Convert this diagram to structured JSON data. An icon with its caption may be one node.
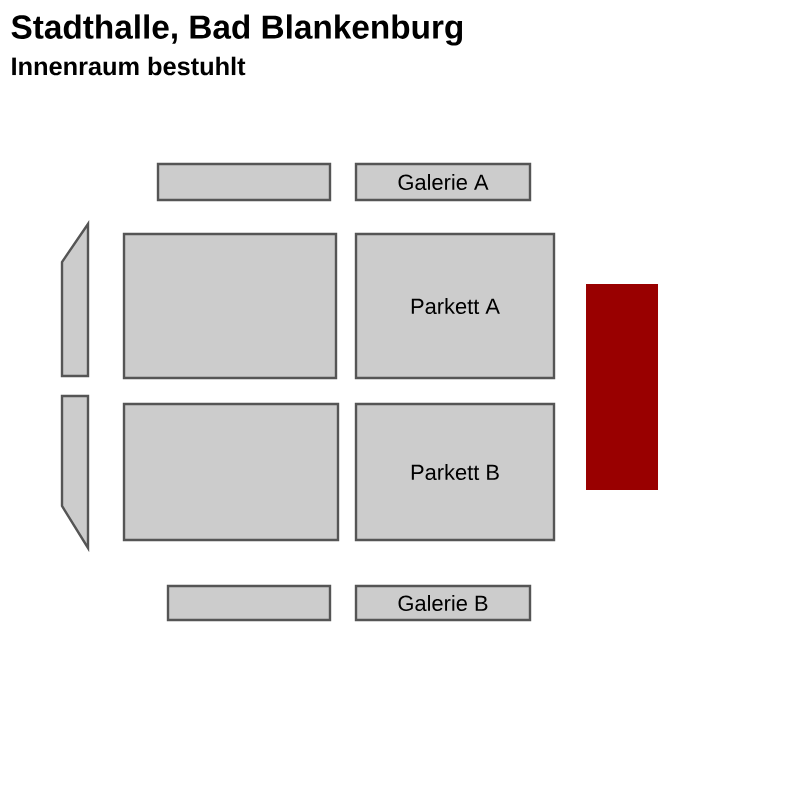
{
  "diagram": {
    "title": "Stadthalle, Bad Blankenburg",
    "nodes": [
      {
        "text": [],
        "shape": "box"
      },
      {
        "text": [
          "Galerie A"
        ]
      },
      {
        "text": [],
        "shape": "box"
      },
      {
        "text": [],
        "shape": "box"
      },
      {
        "text": [
          "Parkett A"
        ]
      },
      {
        "text": [],
        "shape": "box"
      },
      {
        "text": [],
        "shape": "box"
      },
      {
        "text": [],
        "shape": "box"
      },
      {
        "text": [
          "Parkett B"
        ]
      },
      {
        "text": [],
        "shape": "box"
      },
      {
        "text": [
          "Galerie B"
        ]
      }
    ],
    "labels": [
      "Innenraum bestuhlt"
    ]
  }
}
